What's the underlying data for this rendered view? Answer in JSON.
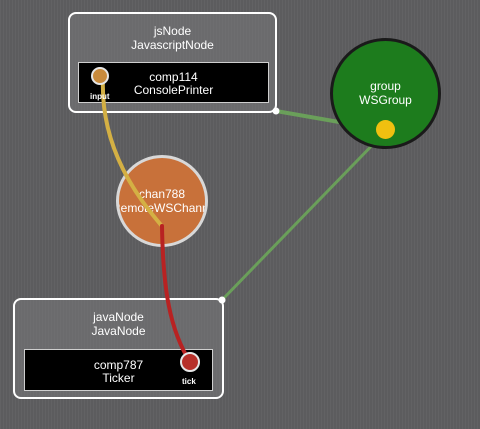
{
  "nodes": {
    "js": {
      "name": "jsNode",
      "type": "JavascriptNode",
      "component": {
        "name": "comp114",
        "type": "ConsolePrinter",
        "port": "input"
      }
    },
    "java": {
      "name": "javaNode",
      "type": "JavaNode",
      "component": {
        "name": "comp787",
        "type": "Ticker",
        "port": "tick"
      }
    }
  },
  "channel": {
    "name": "chan788",
    "type": "RemoteWSChannel"
  },
  "group": {
    "name": "group",
    "type": "WSGroup"
  },
  "colors": {
    "input_port": "#c88a3c",
    "tick_port": "#b7302a",
    "channel": "#c8713a",
    "group": "#1d7c1d",
    "group_port": "#f0c010",
    "wire_input": "#d4b044",
    "wire_tick": "#b82222",
    "wire_group": "#6a9f5a"
  }
}
